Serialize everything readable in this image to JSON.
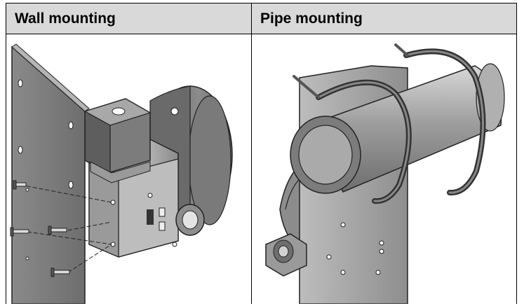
{
  "table": {
    "headers": [
      "Wall mounting",
      "Pipe mounting"
    ]
  },
  "illustrations": {
    "wall": "wall-mounting-illustration",
    "pipe": "pipe-mounting-illustration"
  }
}
